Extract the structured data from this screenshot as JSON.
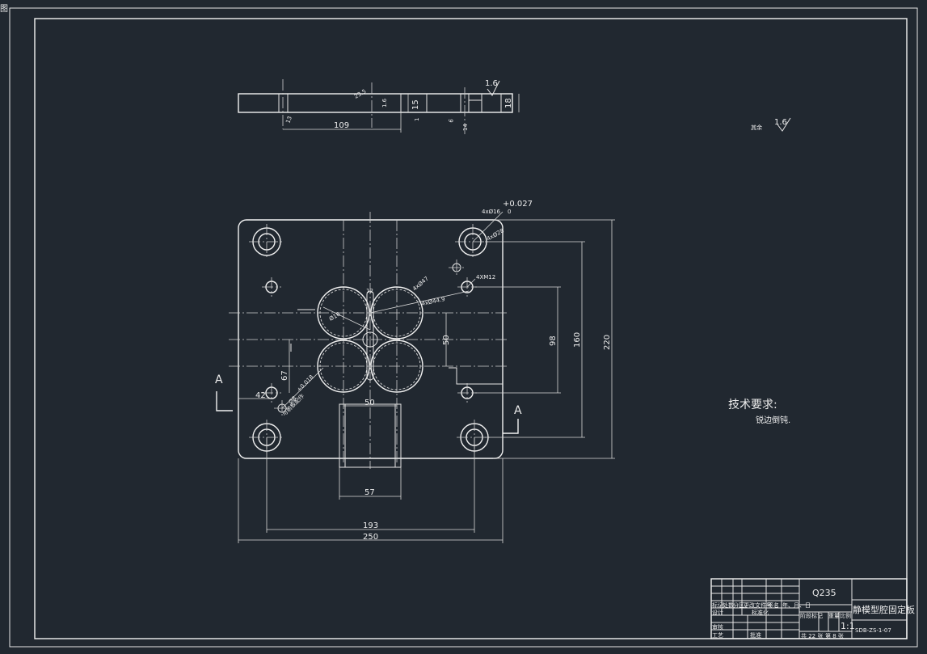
{
  "corner_label": "图",
  "roughness": {
    "other_prefix": "其余",
    "other_value": "1.6",
    "section_value": "1.6"
  },
  "section_dims": {
    "d109": "109",
    "d15": "15",
    "d16a": "1.6",
    "d18": "18",
    "d235": "23.5",
    "d13": "13",
    "d1": "1",
    "d6": "6",
    "d14": "14"
  },
  "dims": {
    "pin_holes": "4xØ16",
    "pin_tol_upper": "+0.027",
    "pin_tol_lower": "0",
    "counterbore": "4xØ28",
    "cavity_outer": "4xØ47",
    "cavity_inner": "4xØ44.9",
    "screw": "4XM12",
    "center_tol": "Ø16",
    "dim_12": "12",
    "d50_h": "50",
    "d50_v": "50",
    "d98": "98",
    "d160": "160",
    "d220": "220",
    "d67": "67",
    "d42": "42",
    "d57": "57",
    "d193": "193",
    "d250": "250",
    "locate_tol": "+0.018",
    "locate_dia": "Ø8",
    "locate_note": "与前板配作"
  },
  "section_labels": {
    "left": "A",
    "right": "A"
  },
  "tech_req": {
    "title": "技术要求:",
    "item": "锐边倒钝."
  },
  "title_block": {
    "material": "Q235",
    "name": "静模型腔固定板",
    "scale": "1:1",
    "drawing_no": "SDB-ZS-1-07",
    "sheets_total": "共 22 张",
    "sheet_no": "第 8 张",
    "r_mark": "标记",
    "r_count": "处数",
    "r_zone": "分区",
    "r_doc": "更改文件号",
    "r_sign": "签名",
    "r_date": "年、月、日",
    "r_design": "设计",
    "r_std": "标准化",
    "r_check": "审核",
    "r_craft": "工艺",
    "r_approve": "批准",
    "r_stage": "阶段标记",
    "r_weight": "重量",
    "r_ratio": "比例"
  }
}
